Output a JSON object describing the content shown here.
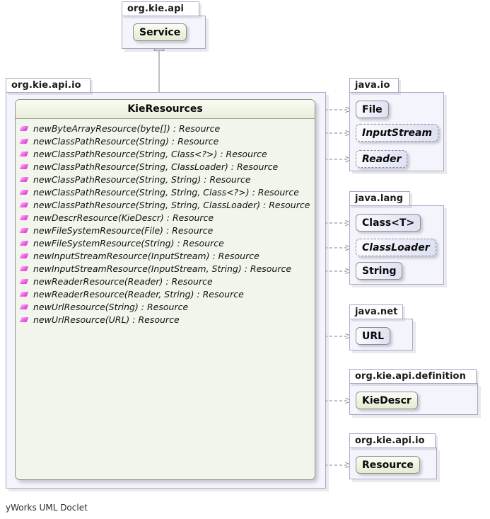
{
  "diagram": {
    "caption": "yWorks UML Doclet",
    "tool": "yWorks UML Doclet"
  },
  "colors": {
    "project_fill": "#eef2e0",
    "jdk_fill": "#e6e9f6",
    "package_fill": "#f4f4fc",
    "package_border": "#a9a9c4",
    "class_border": "#8e9383",
    "method_icon": "#ef6ee8",
    "line": "#808080"
  },
  "packages": {
    "top": {
      "name": "org.kie.api",
      "classes": [
        {
          "name": "Service",
          "kind": "interface-like",
          "abstract": false,
          "style": "project"
        }
      ]
    },
    "main": {
      "name": "org.kie.api.io",
      "class": {
        "name": "KieResources",
        "style": "project",
        "methods": [
          {
            "visibility": "public",
            "label": "newByteArrayResource(byte[]) : Resource"
          },
          {
            "visibility": "public",
            "label": "newClassPathResource(String) : Resource"
          },
          {
            "visibility": "public",
            "label": "newClassPathResource(String, Class<?>) : Resource"
          },
          {
            "visibility": "public",
            "label": "newClassPathResource(String, ClassLoader) : Resource"
          },
          {
            "visibility": "public",
            "label": "newClassPathResource(String, String) : Resource"
          },
          {
            "visibility": "public",
            "label": "newClassPathResource(String, String, Class<?>) : Resource"
          },
          {
            "visibility": "public",
            "label": "newClassPathResource(String, String, ClassLoader) : Resource"
          },
          {
            "visibility": "public",
            "label": "newDescrResource(KieDescr) : Resource"
          },
          {
            "visibility": "public",
            "label": "newFileSystemResource(File) : Resource"
          },
          {
            "visibility": "public",
            "label": "newFileSystemResource(String) : Resource"
          },
          {
            "visibility": "public",
            "label": "newInputStreamResource(InputStream) : Resource"
          },
          {
            "visibility": "public",
            "label": "newInputStreamResource(InputStream, String) : Resource"
          },
          {
            "visibility": "public",
            "label": "newReaderResource(Reader) : Resource"
          },
          {
            "visibility": "public",
            "label": "newReaderResource(Reader, String) : Resource"
          },
          {
            "visibility": "public",
            "label": "newUrlResource(String) : Resource"
          },
          {
            "visibility": "public",
            "label": "newUrlResource(URL) : Resource"
          }
        ]
      }
    },
    "right": [
      {
        "name": "java.io",
        "classes": [
          {
            "name": "File",
            "abstract": false,
            "style": "jdk"
          },
          {
            "name": "InputStream",
            "abstract": true,
            "style": "jdk"
          },
          {
            "name": "Reader",
            "abstract": true,
            "style": "jdk"
          }
        ]
      },
      {
        "name": "java.lang",
        "classes": [
          {
            "name": "Class<T>",
            "abstract": false,
            "style": "jdk"
          },
          {
            "name": "ClassLoader",
            "abstract": true,
            "style": "jdk"
          },
          {
            "name": "String",
            "abstract": false,
            "style": "jdk"
          }
        ]
      },
      {
        "name": "java.net",
        "classes": [
          {
            "name": "URL",
            "abstract": false,
            "style": "jdk"
          }
        ]
      },
      {
        "name": "org.kie.api.definition",
        "classes": [
          {
            "name": "KieDescr",
            "abstract": false,
            "style": "project"
          }
        ]
      },
      {
        "name": "org.kie.api.io",
        "classes": [
          {
            "name": "Resource",
            "abstract": false,
            "style": "project"
          }
        ]
      }
    ]
  },
  "relations": [
    {
      "type": "generalization",
      "from": "KieResources",
      "to": "Service"
    },
    {
      "type": "dependency",
      "from": "KieResources",
      "to": "File"
    },
    {
      "type": "dependency",
      "from": "KieResources",
      "to": "InputStream"
    },
    {
      "type": "dependency",
      "from": "KieResources",
      "to": "Reader"
    },
    {
      "type": "dependency",
      "from": "KieResources",
      "to": "Class<T>"
    },
    {
      "type": "dependency",
      "from": "KieResources",
      "to": "ClassLoader"
    },
    {
      "type": "dependency",
      "from": "KieResources",
      "to": "String"
    },
    {
      "type": "dependency",
      "from": "KieResources",
      "to": "URL"
    },
    {
      "type": "dependency",
      "from": "KieResources",
      "to": "KieDescr"
    },
    {
      "type": "dependency",
      "from": "KieResources",
      "to": "Resource"
    }
  ]
}
